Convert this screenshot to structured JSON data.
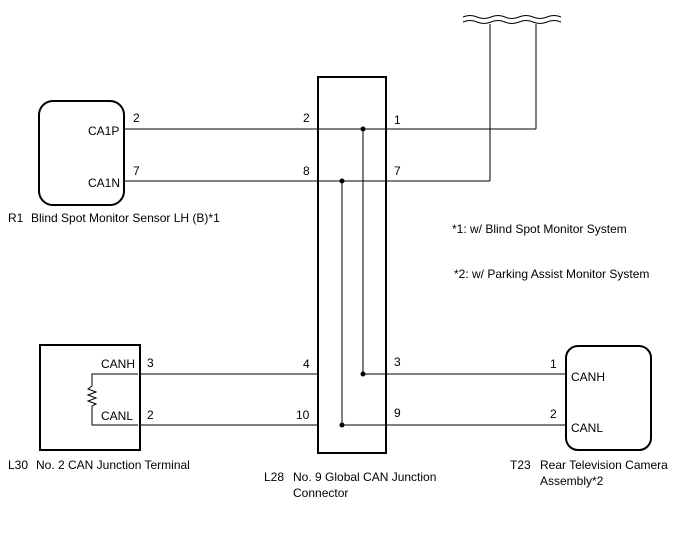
{
  "r1": {
    "code": "R1",
    "name": "Blind Spot Monitor Sensor LH (B)*1",
    "signals": [
      "CA1P",
      "CA1N"
    ],
    "pins": [
      "2",
      "7"
    ]
  },
  "l28": {
    "code": "L28",
    "name_line1": "No. 9 Global CAN Junction",
    "name_line2": "Connector",
    "left_pins": [
      "2",
      "8",
      "4",
      "10"
    ],
    "right_pins": [
      "1",
      "7",
      "3",
      "9"
    ]
  },
  "l30": {
    "code": "L30",
    "name": "No. 2 CAN Junction Terminal",
    "signals": [
      "CANH",
      "CANL"
    ],
    "pins": [
      "3",
      "2"
    ]
  },
  "t23": {
    "code": "T23",
    "name_line1": "Rear Television Camera",
    "name_line2": "Assembly*2",
    "signals": [
      "CANH",
      "CANL"
    ],
    "pins": [
      "1",
      "2"
    ]
  },
  "notes": [
    "*1: w/ Blind Spot Monitor System",
    "*2: w/ Parking Assist Monitor System"
  ]
}
